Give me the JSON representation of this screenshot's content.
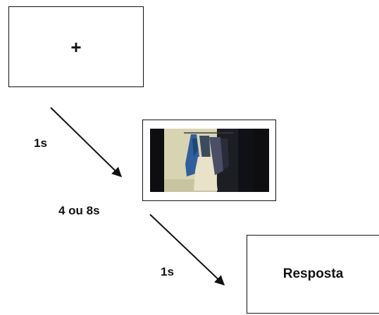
{
  "fixation_screen": {
    "symbol": "+"
  },
  "stimulus_screen": {
    "image": "clothes-on-rack-photo"
  },
  "response_screen": {
    "label": "Resposta"
  },
  "durations": {
    "first": "1s",
    "second": "4 ou 8s",
    "third": "1s"
  },
  "colors": {
    "stroke": "#111111",
    "background": "#ffffff",
    "photo_wall": "#d8d4b2",
    "garment_blue": "#2f5f9e",
    "garment_cream": "#e8e2c8"
  }
}
